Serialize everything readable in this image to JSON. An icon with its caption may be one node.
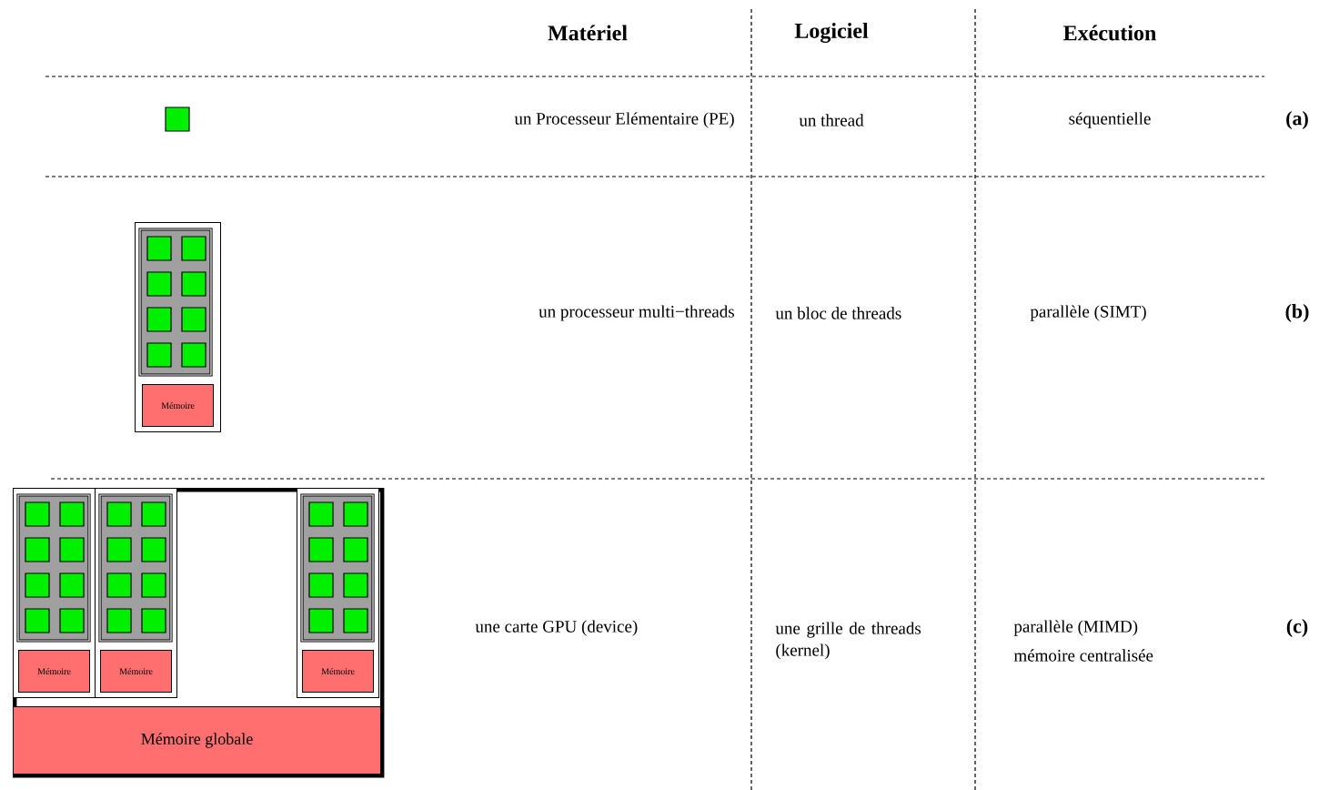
{
  "diagram": {
    "nodes": [
      {
        "text": [],
        "shape": "box"
      },
      {
        "text": [
          "Mémoire"
        ],
        "in": 0
      },
      {
        "text": [],
        "shape": "box"
      },
      {
        "text": [],
        "shape": "box",
        "in": 2
      },
      {
        "text": [
          "Mémoire"
        ],
        "in": 3
      },
      {
        "text": [],
        "shape": "box",
        "in": 2
      },
      {
        "text": [
          "Mémoire"
        ],
        "in": 5
      },
      {
        "text": [],
        "shape": "box",
        "in": 2
      },
      {
        "text": [
          "Mémoire"
        ],
        "in": 7
      },
      {
        "text": [
          "Mémoire globale"
        ],
        "in": 2
      }
    ],
    "labels": [
      "Matériel",
      "Logiciel",
      "Exécution",
      "un Processeur Elémentaire (PE)",
      "un thread",
      "séquentielle",
      "(a)",
      "un processeur multi−threads",
      "un bloc de threads",
      "parallèle (SIMT)",
      "(b)",
      "une carte GPU (device)",
      "une grille de threads (kernel)",
      "parallèle (MIMD)",
      "mémoire centralisée",
      "(c)"
    ]
  }
}
